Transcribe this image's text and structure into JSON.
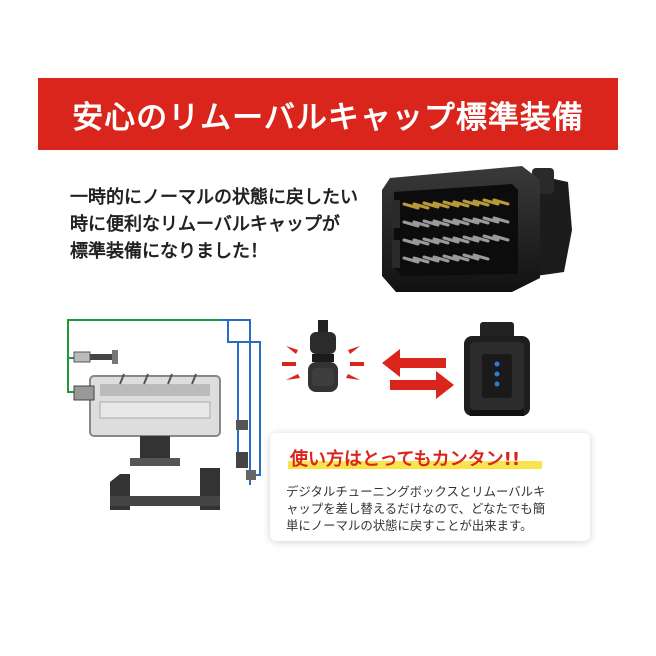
{
  "banner": {
    "title": "安心のリムーバルキャップ標準装備"
  },
  "intro": {
    "lines": [
      "一時的にノーマルの状態に戻したい",
      "時に便利なリムーバルキャップが",
      "標準装備になりました！"
    ]
  },
  "card": {
    "title": "使い方はとってもカンタン!!",
    "body": [
      "デジタルチューニングボックスとリムーバルキ",
      "ャップを差し替えるだけなので、どなたでも簡",
      "単にノーマルの状態に戻すことが出来ます。"
    ]
  },
  "colors": {
    "banner_red": "#d9251c",
    "wire_green": "#1f9a3a",
    "wire_blue": "#2a6cc4",
    "highlight_yellow": "#f7e23a"
  }
}
